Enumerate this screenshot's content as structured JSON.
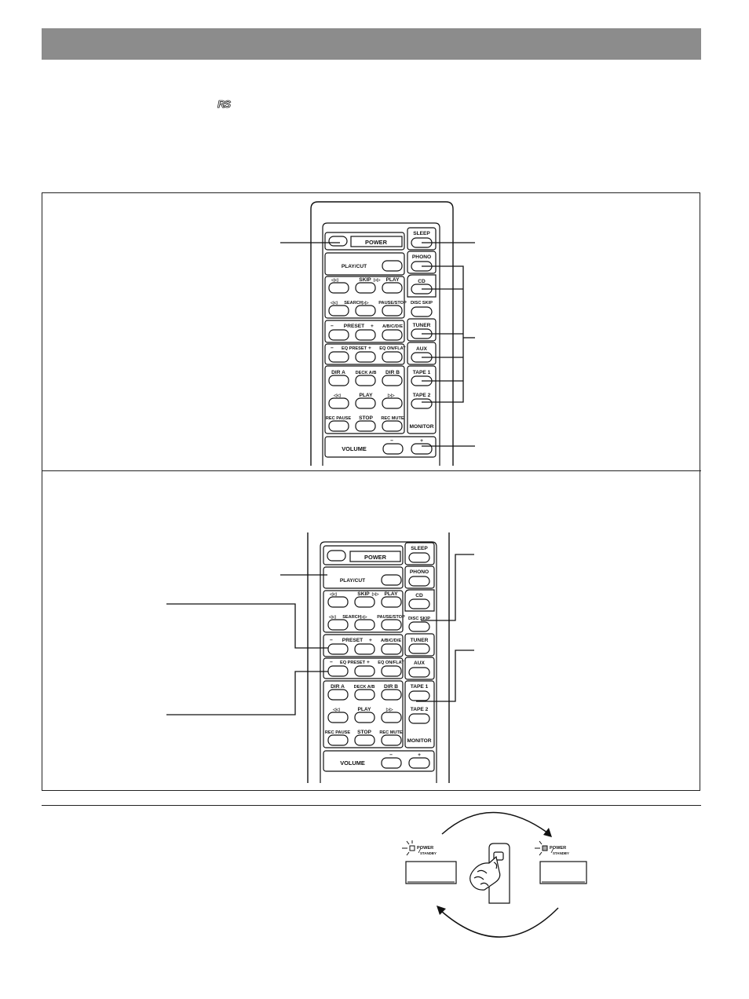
{
  "logo": {
    "text": "RS"
  },
  "remote1": {
    "power": "POWER",
    "sleep": "SLEEP",
    "play_cut": "PLAY/CUT",
    "phono": "PHONO",
    "skip": "SKIP",
    "play": "PLAY",
    "cd": "CD",
    "search": "SEARCH",
    "pause_stop": "PAUSE/STOP",
    "disc_skip": "DISC SKIP",
    "preset": "PRESET",
    "abcde": "A/B/C/D/E",
    "tuner": "TUNER",
    "eq_preset": "EQ PRESET",
    "eq_on_flat": "EQ ON/FLAT",
    "aux": "AUX",
    "dir_a": "DIR A",
    "deck_ab": "DECK A/B",
    "dir_b": "DIR B",
    "tape1": "TAPE 1",
    "tape_play": "PLAY",
    "tape2": "TAPE 2",
    "rec_pause": "REC PAUSE",
    "stop": "STOP",
    "rec_mute": "REC MUTE",
    "monitor": "MONITOR",
    "volume": "VOLUME"
  },
  "remote2": {
    "power": "POWER",
    "sleep": "SLEEP",
    "play_cut": "PLAY/CUT",
    "phono": "PHONO",
    "skip": "SKIP",
    "play": "PLAY",
    "cd": "CD",
    "search": "SEARCH",
    "pause_stop": "PAUSE/STOP",
    "disc_skip": "DISC SKIP",
    "preset": "PRESET",
    "abcde": "A/B/C/D/E",
    "tuner": "TUNER",
    "eq_preset": "EQ PRESET",
    "eq_on_flat": "EQ ON/FLAT",
    "aux": "AUX",
    "dir_a": "DIR A",
    "deck_ab": "DECK A/B",
    "dir_b": "DIR B",
    "tape1": "TAPE 1",
    "tape_play": "PLAY",
    "tape2": "TAPE 2",
    "rec_pause": "REC PAUSE",
    "stop": "STOP",
    "rec_mute": "REC MUTE",
    "monitor": "MONITOR",
    "volume": "VOLUME"
  },
  "illustration": {
    "power_label_left": "POWER",
    "standby_label_left": "STANDBY",
    "power_label_right": "POWER",
    "standby_label_right": "STANDBY"
  }
}
